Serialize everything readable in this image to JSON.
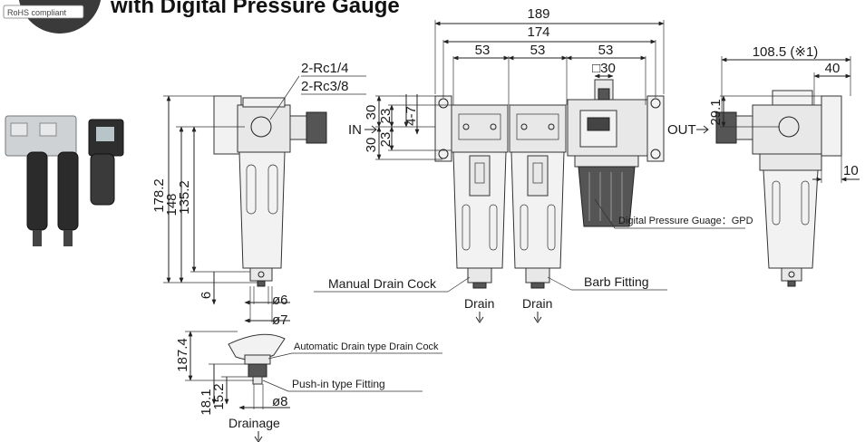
{
  "header": {
    "title_fragment": "with Digital Pressure Gauge",
    "rohs_badge": "RoHS compliant"
  },
  "dimensions": {
    "top_189": "189",
    "top_174": "174",
    "pitch_1": "53",
    "pitch_2": "53",
    "pitch_3": "53",
    "square_30": "□30",
    "side_108": "108.5 (※1)",
    "side_40": "40",
    "side_10": "10",
    "side_29": "29.1",
    "left_178": "178.2",
    "left_148": "148",
    "left_135": "135.2",
    "left_6": "6",
    "dia_6": "ø6",
    "dia_7": "ø7",
    "front_30a": "30",
    "front_30b": "30",
    "front_23a": "23",
    "front_23b": "23",
    "front_4_7": "4-7",
    "auto_187": "187.4",
    "auto_18": "18.1",
    "auto_15": "15.2",
    "dia_8": "ø8"
  },
  "labels": {
    "port_rc14": "2-Rc1/4",
    "port_rc38": "2-Rc3/8",
    "in": "IN",
    "out": "OUT",
    "manual_drain": "Manual Drain Cock",
    "barb_fitting": "Barb Fitting",
    "drain_1": "Drain",
    "drain_2": "Drain",
    "digital_gauge": "Digital Pressure Guage：GPD",
    "auto_drain": "Automatic Drain type Drain Cock",
    "push_in": "Push-in type Fitting",
    "drainage": "Drainage"
  },
  "icons": {
    "in_arrow": "arrow-right-icon",
    "out_arrow": "arrow-right-icon",
    "drain_arrow": "arrow-down-icon"
  }
}
